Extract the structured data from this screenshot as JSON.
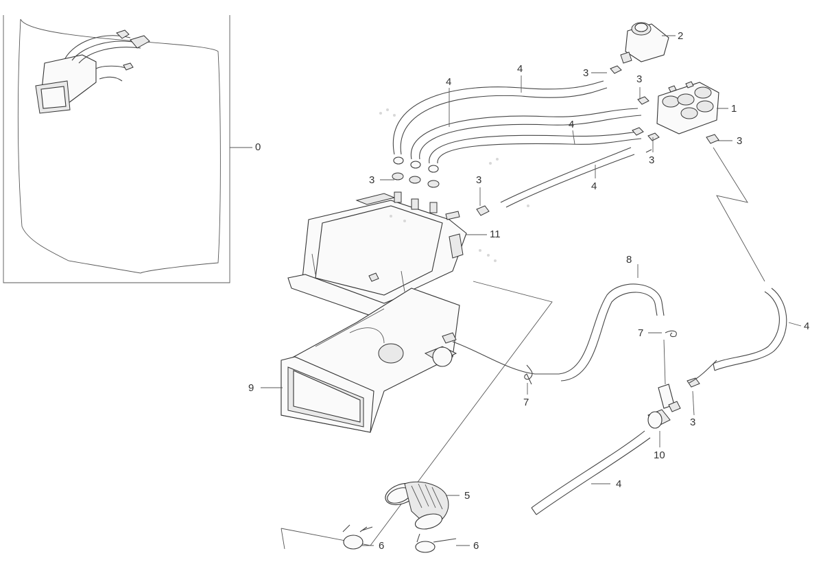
{
  "callouts": [
    {
      "id": "c-0",
      "text": "0"
    },
    {
      "id": "c-1",
      "text": "1"
    },
    {
      "id": "c-2",
      "text": "2"
    },
    {
      "id": "c-3a",
      "text": "3"
    },
    {
      "id": "c-3b",
      "text": "3"
    },
    {
      "id": "c-3c",
      "text": "3"
    },
    {
      "id": "c-3d",
      "text": "3"
    },
    {
      "id": "c-3e",
      "text": "3"
    },
    {
      "id": "c-3f",
      "text": "3"
    },
    {
      "id": "c-3g",
      "text": "3"
    },
    {
      "id": "c-4a",
      "text": "4"
    },
    {
      "id": "c-4b",
      "text": "4"
    },
    {
      "id": "c-4c",
      "text": "4"
    },
    {
      "id": "c-4d",
      "text": "4"
    },
    {
      "id": "c-4e",
      "text": "4"
    },
    {
      "id": "c-4f",
      "text": "4"
    },
    {
      "id": "c-5",
      "text": "5"
    },
    {
      "id": "c-6a",
      "text": "6"
    },
    {
      "id": "c-6b",
      "text": "6"
    },
    {
      "id": "c-7a",
      "text": "7"
    },
    {
      "id": "c-7b",
      "text": "7"
    },
    {
      "id": "c-8",
      "text": "8"
    },
    {
      "id": "c-9",
      "text": "9"
    },
    {
      "id": "c-10",
      "text": "10"
    },
    {
      "id": "c-11",
      "text": "11"
    }
  ]
}
